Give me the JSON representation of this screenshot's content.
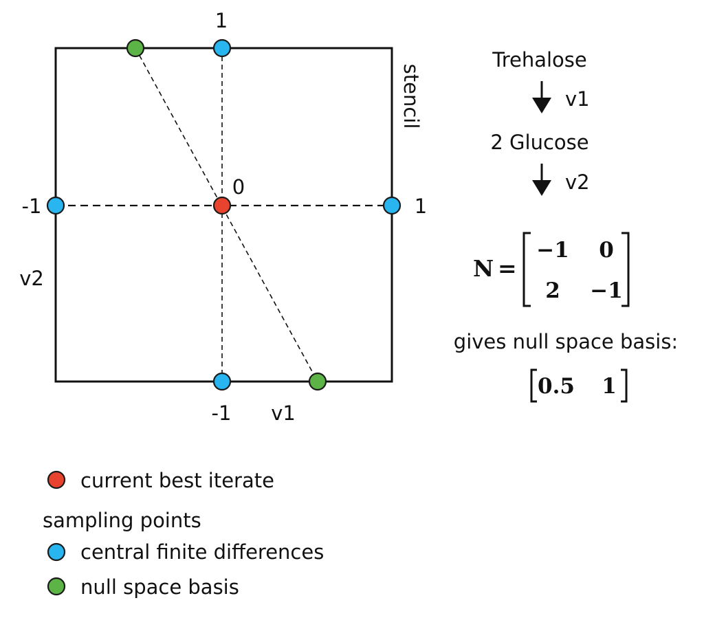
{
  "stencil": {
    "side_label": "stencil",
    "axis_labels": {
      "top": "1",
      "bottom": "-1",
      "left": "-1",
      "right": "1",
      "center": "0"
    },
    "x_axis_label": "v1",
    "y_axis_label": "v2"
  },
  "reaction": {
    "substrate": "Trehalose",
    "flux1": "v1",
    "product": "2 Glucose",
    "flux2": "v2"
  },
  "matrix": {
    "name": "N",
    "equals": "=",
    "rows": [
      [
        "−1",
        "0"
      ],
      [
        "2",
        "−1"
      ]
    ]
  },
  "null_space": {
    "caption": "gives null space basis:",
    "basis": [
      "0.5",
      "1"
    ]
  },
  "legend": {
    "items": [
      {
        "label": "current best iterate",
        "color": "#e8432e"
      },
      {
        "label": "sampling points",
        "color": null
      },
      {
        "label": "central finite differences",
        "color": "#29b6f0"
      },
      {
        "label": "null space basis",
        "color": "#5db446"
      }
    ]
  },
  "colors": {
    "current_best": "#e8432e",
    "central_difference": "#29b6f0",
    "null_space": "#5db446"
  }
}
